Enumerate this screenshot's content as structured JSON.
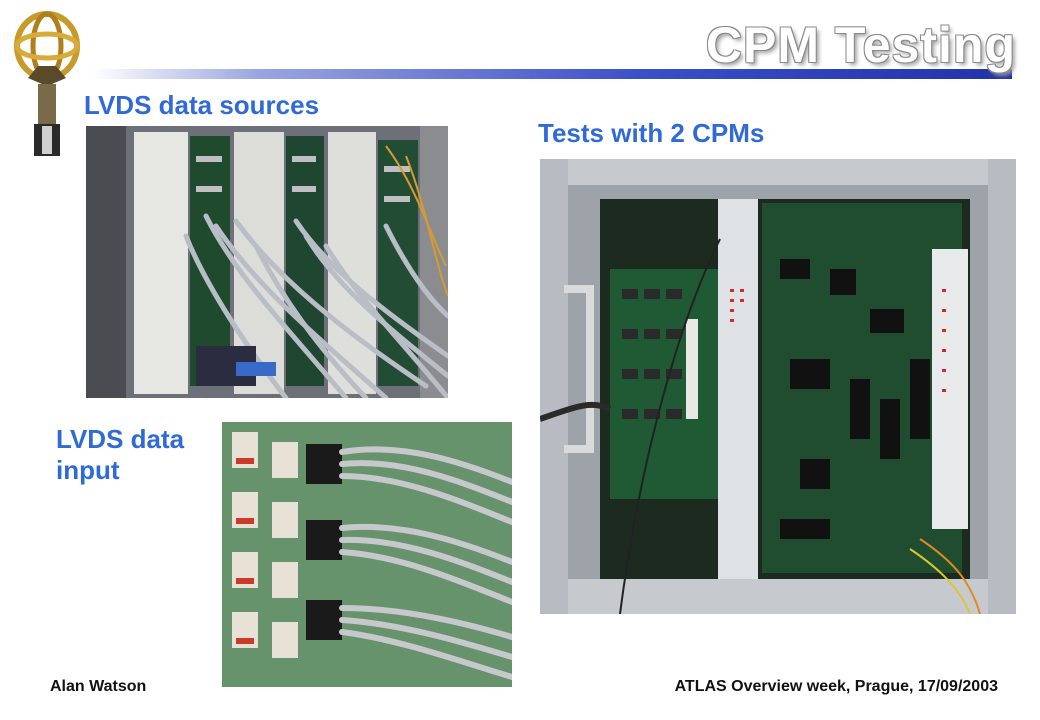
{
  "slide": {
    "title": "CPM Testing",
    "labels": {
      "lvds_sources": "LVDS data sources",
      "tests_two_cpms": "Tests with 2 CPMs",
      "lvds_input_line1": "LVDS data",
      "lvds_input_line2": "input"
    },
    "footer": {
      "author": "Alan Watson",
      "event": "ATLAS Overview week, Prague, 17/09/2003"
    }
  },
  "colors": {
    "label_blue": "#2f6ad8",
    "title_bar": "#3a4fc8",
    "logo_gold": "#c89a2a"
  },
  "icons": {
    "logo": "atlas-logo-icon"
  }
}
